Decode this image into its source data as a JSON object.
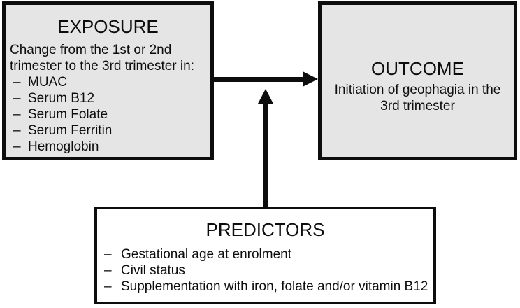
{
  "diagram": {
    "bullet": "–",
    "colors": {
      "box_fill_gray": "#e5e5e5",
      "box_fill_white": "#ffffff",
      "border_and_arrow": "#0d0d0d"
    },
    "exposure": {
      "title": "EXPOSURE",
      "intro_lines": [
        "Change from the 1st or 2nd",
        "trimester to the 3rd trimester in:"
      ],
      "items": [
        "MUAC",
        "Serum B12",
        "Serum Folate",
        "Serum Ferritin",
        "Hemoglobin"
      ]
    },
    "outcome": {
      "title": "OUTCOME",
      "body_lines": [
        "Initiation of geophagia in the",
        "3rd trimester"
      ]
    },
    "predictors": {
      "title": "PREDICTORS",
      "items": [
        "Gestational age at enrolment",
        "Civil status",
        "Supplementation with iron, folate and/or vitamin B12"
      ]
    },
    "arrows": [
      "exposure-to-outcome",
      "predictors-to-exposure-outcome-path"
    ]
  }
}
